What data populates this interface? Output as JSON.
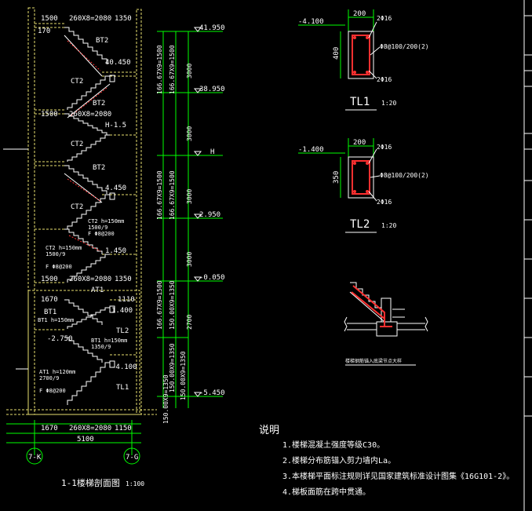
{
  "section": {
    "title": "1-1楼梯剖面图",
    "scale": "1:100",
    "top_dims": [
      "1500",
      "260X8=2080",
      "1350"
    ],
    "bottom_dims": [
      "1670",
      "260X8=2080",
      "1150"
    ],
    "total_width": "5100",
    "axis_left": "7-K",
    "axis_right": "7-G",
    "elevations": [
      "41.950",
      "38.950",
      "H",
      "2.950",
      "-0.050",
      "-5.450"
    ],
    "landing_levels": [
      "40.450",
      "H-1.5",
      "4.450",
      "1.450",
      "1.400",
      "-2.750",
      "-4.100"
    ],
    "vdims": [
      "166.67X9=1500",
      "3000",
      "150.00X9=1350",
      "2700"
    ],
    "left_vdims": [
      "150.00X9=1350",
      "150.00X9=1350"
    ],
    "labels": [
      "BT2",
      "CT2",
      "AT1",
      "BT1",
      "TL1",
      "TL2"
    ],
    "small_dims": [
      "170",
      "1670",
      "1110"
    ],
    "annotations": [
      "CT2 h=150mm",
      "1500/9",
      "F Φ8@200",
      "BT1 h=150mm",
      "AT1 h=120mm",
      "1350/9",
      "2700/9"
    ]
  },
  "beam_tl1": {
    "title": "TL1",
    "scale": "1:20",
    "level": "-4.100",
    "width": "200",
    "height": "400",
    "top_bars": "2Φ16",
    "bottom_bars": "2Φ16",
    "stirrups": "Φ8@100/200(2)"
  },
  "beam_tl2": {
    "title": "TL2",
    "scale": "1:20",
    "level": "-1.400",
    "width": "200",
    "height": "350",
    "top_bars": "2Φ16",
    "bottom_bars": "2Φ16",
    "stirrups": "Φ8@100/200(2)"
  },
  "detail": {
    "caption": "楼梯钢筋锚入底梁节点大样"
  },
  "notes": {
    "title": "说明",
    "items": [
      "1.楼梯混凝土强度等级C30。",
      "2.楼梯分布筋锚入剪力墙内La。",
      "3.本楼梯平面标注规则详见国家建筑标准设计图集《16G101-2》。",
      "4.梯板面筋在跨中贯通。"
    ]
  },
  "colors": {
    "background": "#000000",
    "dim": "#00ff00",
    "text": "#ffffff",
    "wall": "#e8e070",
    "rebar": "#ff3030",
    "steel": "#ff3030"
  }
}
